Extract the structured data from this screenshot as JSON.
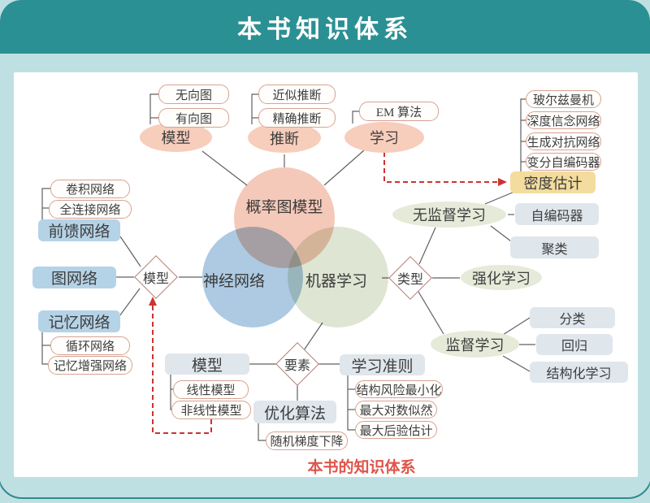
{
  "title": "本书知识体系",
  "caption": "本书的知识体系",
  "colors": {
    "header_bg": "#2b9093",
    "page_bg": "#bfe0e3",
    "panel_bg": "#ffffff",
    "pink_ellipse_fill": "#f7cdbb",
    "pink_box_border": "#d6a292",
    "blue_box_fill": "#b5d3e7",
    "gray_box_fill": "#dfe6ec",
    "yellow_box_fill": "#f3dc9d",
    "green_ellipse_fill": "#e5ead9",
    "diamond_border": "#b27c72",
    "circle_pgm": "#f3c0ad",
    "circle_nn": "#9fc1dd",
    "circle_ml": "#d9e1cb",
    "solid_line": "#606060",
    "dashed_arrow": "#cc3333",
    "caption_color": "#e0544a"
  },
  "nodes": {
    "pgm": "概率图模型",
    "nn": "神经网络",
    "ml": "机器学习",
    "model_left": "模型",
    "type": "类型",
    "element": "要素",
    "model_top": "模型",
    "inference": "推断",
    "learning": "学习",
    "undirected": "无向图",
    "directed": "有向图",
    "approx_inference": "近似推断",
    "exact_inference": "精确推断",
    "em_algorithm": "EM 算法",
    "boltzmann": "玻尔兹曼机",
    "dbn": "深度信念网络",
    "gan": "生成对抗网络",
    "vae": "变分自编码器",
    "density_estimation": "密度估计",
    "unsupervised": "无监督学习",
    "autoencoder": "自编码器",
    "clustering": "聚类",
    "reinforcement": "强化学习",
    "supervised": "监督学习",
    "classification": "分类",
    "regression": "回归",
    "structured": "结构化学习",
    "ffn": "前馈网络",
    "conv": "卷积网络",
    "fully_connected": "全连接网络",
    "graph_network": "图网络",
    "memory_network": "记忆网络",
    "recurrent": "循环网络",
    "memory_augmented": "记忆增强网络",
    "model_bottom": "模型",
    "linear_model": "线性模型",
    "nonlinear_model": "非线性模型",
    "optimization": "优化算法",
    "sgd": "随机梯度下降",
    "criterion": "学习准则",
    "srm": "结构风险最小化",
    "mle": "最大对数似然",
    "map_estimation": "最大后验估计"
  }
}
